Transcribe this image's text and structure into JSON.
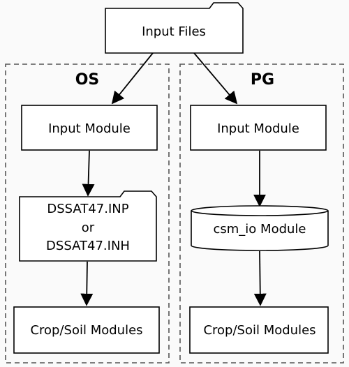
{
  "nodes": {
    "input_files": "Input Files",
    "os_input_module": "Input Module",
    "os_dssat_line1": "DSSAT47.INP",
    "os_dssat_line2": "or",
    "os_dssat_line3": "DSSAT47.INH",
    "os_crop_soil": "Crop/Soil Modules",
    "pg_input_module": "Input Module",
    "pg_csm_io": "csm_io Module",
    "pg_crop_soil": "Crop/Soil Modules"
  },
  "groups": {
    "os": "OS",
    "pg": "PG"
  },
  "icons": {
    "file_node": "folder-tab-file-icon",
    "database_node": "cylinder-database-icon"
  },
  "colors": {
    "background": "#fafafa",
    "box_fill": "#ffffff",
    "box_stroke": "#000000",
    "group_stroke": "#555555"
  }
}
